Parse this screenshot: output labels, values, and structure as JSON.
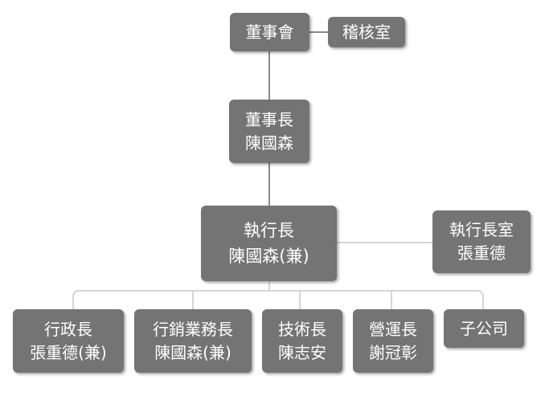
{
  "colors": {
    "box": "#747474",
    "text": "#ffffff",
    "main_line": "#8a8a8a",
    "branch_line": "#c8c8c8"
  },
  "nodes": {
    "board": {
      "line1": "董事會"
    },
    "audit": {
      "line1": "稽核室"
    },
    "chairman": {
      "line1": "董事長",
      "line2": "陳國森"
    },
    "ceo": {
      "line1": "執行長",
      "line2": "陳國森(兼)"
    },
    "ceo_office": {
      "line1": "執行長室",
      "line2": "張重德"
    },
    "admin": {
      "line1": "行政長",
      "line2": "張重德(兼)"
    },
    "marketing": {
      "line1": "行銷業務長",
      "line2": "陳國森(兼)"
    },
    "tech": {
      "line1": "技術長",
      "line2": "陳志安"
    },
    "operations": {
      "line1": "營運長",
      "line2": "謝冠彰"
    },
    "subsidiary": {
      "line1": "子公司"
    }
  }
}
